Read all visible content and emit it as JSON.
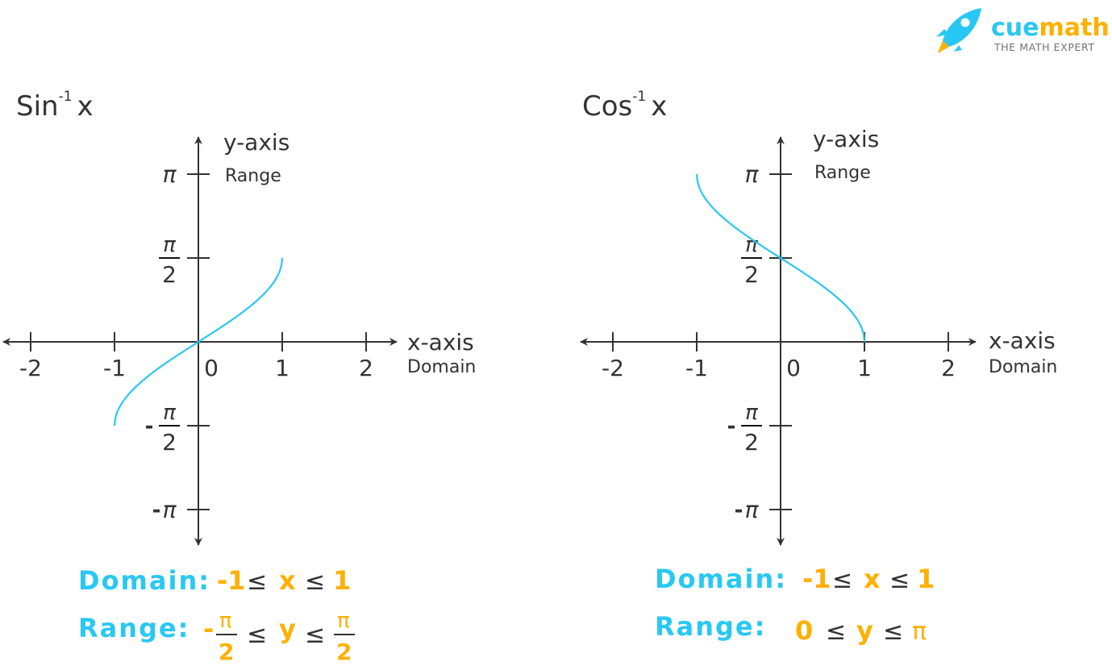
{
  "brand": {
    "name_part1": "cue",
    "name_part2": "math",
    "tagline": "THE MATH EXPERT",
    "colors": {
      "blue": "#29C8F4",
      "orange": "#FFB000",
      "gray": "#707070"
    }
  },
  "colors": {
    "curve": "#29C8F4",
    "axis": "#333333",
    "label_blue": "#29C8F4",
    "value_orange": "#FFB000",
    "text_dark": "#333333"
  },
  "chart_data": [
    {
      "type": "line",
      "title": "Sin",
      "title_sup": "-1",
      "title_var": "x",
      "xlabel": "x-axis",
      "xlabel_sub": "Domain",
      "ylabel": "y-axis",
      "ylabel_sub": "Range",
      "xlim": [
        -2.2,
        2.3
      ],
      "ylim": [
        -3.55,
        3.55
      ],
      "x_ticks": [
        {
          "value": -2,
          "label": "-2"
        },
        {
          "value": -1,
          "label": "-1"
        },
        {
          "value": 0,
          "label": "0"
        },
        {
          "value": 1,
          "label": "1"
        },
        {
          "value": 2,
          "label": "2"
        }
      ],
      "y_ticks": [
        {
          "value": 3.14159,
          "label": "π",
          "kind": "pi"
        },
        {
          "value": 1.5708,
          "label": "π/2",
          "kind": "frac",
          "num": "π",
          "den": "2",
          "sign": ""
        },
        {
          "value": -1.5708,
          "label": "-π/2",
          "kind": "frac",
          "num": "π",
          "den": "2",
          "sign": "-"
        },
        {
          "value": -3.14159,
          "label": "-π",
          "kind": "pi",
          "sign": "-"
        }
      ],
      "function": "asin",
      "series": [
        {
          "name": "sin^-1 x",
          "x": [
            -1,
            -0.9,
            -0.75,
            -0.5,
            -0.25,
            0,
            0.25,
            0.5,
            0.75,
            0.9,
            1
          ],
          "y": [
            -1.5708,
            -1.1198,
            -0.8481,
            -0.5236,
            -0.2527,
            0,
            0.2527,
            0.5236,
            0.8481,
            1.1198,
            1.5708
          ]
        }
      ],
      "domain_text": {
        "label": "Domain:",
        "lower": "-1",
        "le1": "≤",
        "var": "x",
        "le2": "≤",
        "upper": "1"
      },
      "range_text": {
        "label": "Range:",
        "lower_sign": "-",
        "lower_num": "π",
        "lower_den": "2",
        "le1": "≤",
        "var": "y",
        "le2": "≤",
        "upper_num": "π",
        "upper_den": "2"
      }
    },
    {
      "type": "line",
      "title": "Cos",
      "title_sup": "-1",
      "title_var": "x",
      "xlabel": "x-axis",
      "xlabel_sub": "Domain",
      "ylabel": "y-axis",
      "ylabel_sub": "Range",
      "xlim": [
        -2.2,
        2.3
      ],
      "ylim": [
        -3.55,
        3.55
      ],
      "x_ticks": [
        {
          "value": -2,
          "label": "-2"
        },
        {
          "value": -1,
          "label": "-1"
        },
        {
          "value": 0,
          "label": "0"
        },
        {
          "value": 1,
          "label": "1"
        },
        {
          "value": 2,
          "label": "2"
        }
      ],
      "y_ticks": [
        {
          "value": 3.14159,
          "label": "π",
          "kind": "pi"
        },
        {
          "value": 1.5708,
          "label": "π/2",
          "kind": "frac",
          "num": "π",
          "den": "2",
          "sign": ""
        },
        {
          "value": -1.5708,
          "label": "-π/2",
          "kind": "frac",
          "num": "π",
          "den": "2",
          "sign": "-"
        },
        {
          "value": -3.14159,
          "label": "-π",
          "kind": "pi",
          "sign": "-"
        }
      ],
      "function": "acos",
      "series": [
        {
          "name": "cos^-1 x",
          "x": [
            -1,
            -0.9,
            -0.75,
            -0.5,
            -0.25,
            0,
            0.25,
            0.5,
            0.75,
            0.9,
            1
          ],
          "y": [
            3.1416,
            2.6906,
            2.4189,
            2.0944,
            1.8235,
            1.5708,
            1.3181,
            1.0472,
            0.7227,
            0.451,
            0
          ]
        }
      ],
      "domain_text": {
        "label": "Domain:",
        "lower": "-1",
        "le1": "≤",
        "var": "x",
        "le2": "≤",
        "upper": "1"
      },
      "range_text": {
        "label": "Range:",
        "lower": "0",
        "le1": "≤",
        "var": "y",
        "le2": "≤",
        "upper": "π"
      }
    }
  ]
}
